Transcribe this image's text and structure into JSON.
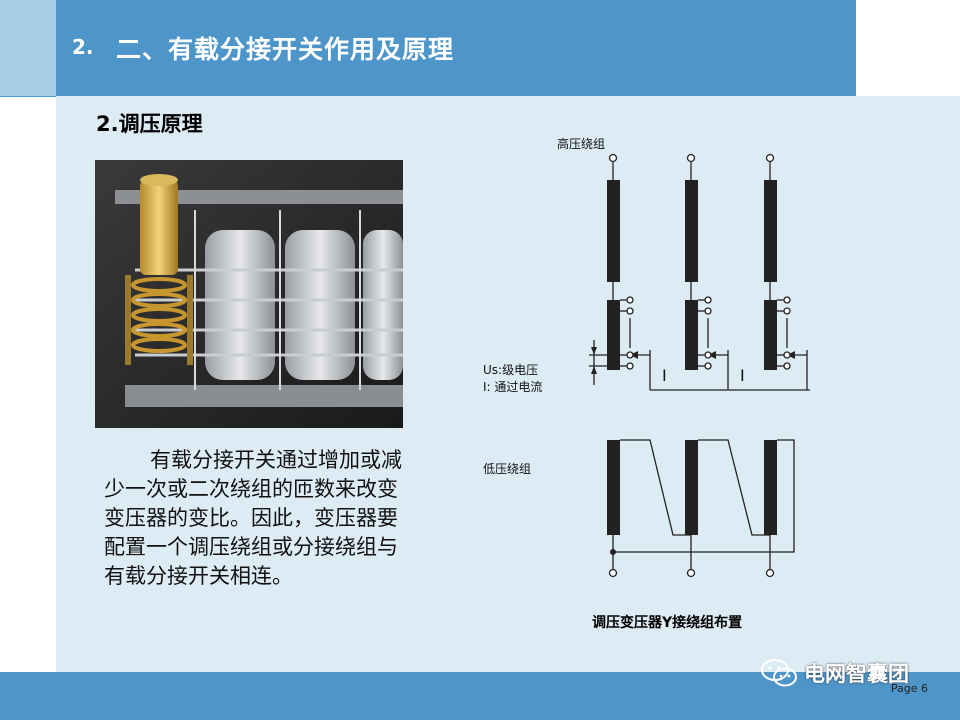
{
  "header": {
    "number": "2.",
    "title": "二、有载分接开关作用及原理"
  },
  "subheading": "2.调压原理",
  "paragraph": "有载分接开关通过增加或减少一次或二次绕组的匝数来改变变压器的变比。因此，变压器要配置一个调压绕组或分接绕组与有载分接开关相连。",
  "diagram": {
    "hv_label": "高压绕组",
    "us_label": "Us:级电压",
    "i_label": "I: 通过电流",
    "lv_label": "低压绕组",
    "current_symbol": "I",
    "caption": "调压变压器Y接绕组布置"
  },
  "footer": {
    "page": "Page 6",
    "watermark": "电网智囊团"
  },
  "colors": {
    "header": "#4e95c9",
    "content_bg": "#ddebf5",
    "left_strip": "#a9cce6"
  }
}
